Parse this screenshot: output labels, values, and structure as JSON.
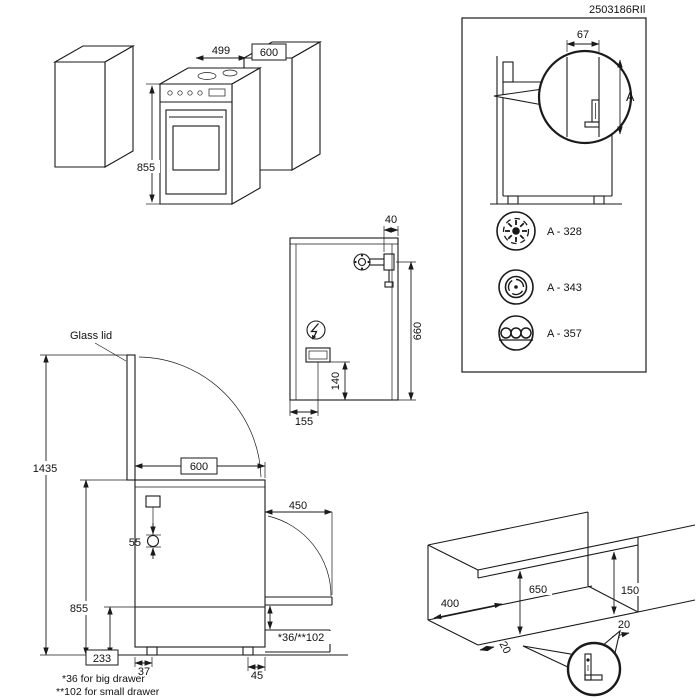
{
  "doc_number": "2503186RIl",
  "top_view": {
    "dim_niche_width": "499",
    "dim_cooker_width": "600",
    "dim_cooker_height": "855"
  },
  "detail_panel": {
    "dim_rear_gap": "67",
    "dim_letter": "A",
    "hob_options": [
      {
        "icon": "gas-burner-icon",
        "value": "A - 328"
      },
      {
        "icon": "electric-plate-icon",
        "value": "A - 343"
      },
      {
        "icon": "coil-element-icon",
        "value": "A - 357"
      }
    ]
  },
  "rear_view": {
    "dim_gas_edge_offset": "40",
    "dim_gas_height": "660",
    "dim_terminal_height": "140",
    "dim_terminal_offset": "155"
  },
  "front_view": {
    "glass_lid_label": "Glass lid",
    "dim_open_lid_height": "1435",
    "dim_width": "600",
    "dim_height": "855",
    "dim_plinth_height": "233",
    "dim_side_offset": "55",
    "dim_open_door": "450",
    "dim_rear_foot": "37",
    "dim_front_foot": "45",
    "dim_drawer_clearance": "*36/**102",
    "notes": [
      "*36 for big drawer",
      "**102 for small drawer"
    ]
  },
  "niche_view": {
    "dim_depth": "400",
    "dim_height": "650",
    "dim_worktop": "150",
    "dim_bracket_left": "20",
    "dim_bracket_right": "20"
  }
}
